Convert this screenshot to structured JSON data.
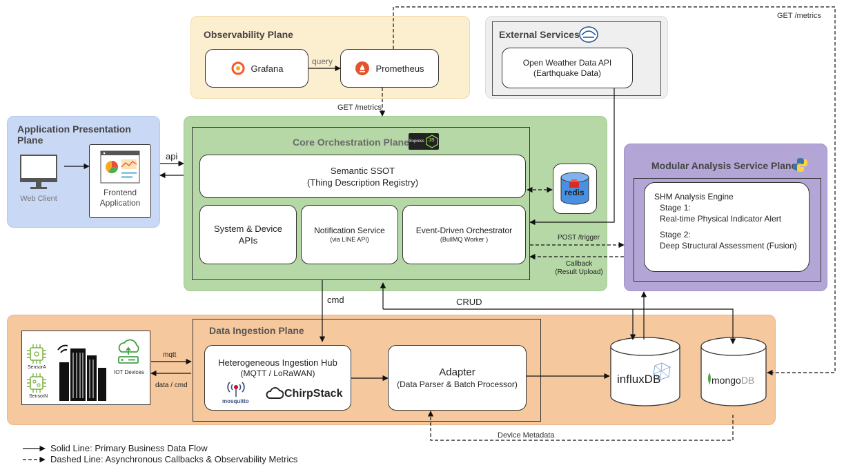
{
  "observability": {
    "title": "Observability Plane",
    "grafana": "Grafana",
    "prometheus": "Prometheus",
    "query": "query",
    "get_metrics": "GET /metrics"
  },
  "external": {
    "title": "External Services",
    "api_line1": "Open Weather Data API",
    "api_line2": "(Earthquake Data)"
  },
  "get_metrics_top": "GET /metrics",
  "app_plane": {
    "title": "Application Presentation Plane",
    "web_client": "Web Client",
    "frontend_line1": "Frontend",
    "frontend_line2": "Application",
    "api": "api"
  },
  "core": {
    "title": "Core Orchestration Plane",
    "express_logo": "Express",
    "js_logo": "JS",
    "ssot_line1": "Semantic SSOT",
    "ssot_line2": "(Thing Description Registry)",
    "sys_line1": "System & Device",
    "sys_line2": "APIs",
    "notif_line1": "Notification Service",
    "notif_line2": "(via LINE API)",
    "event_line1": "Event-Driven Orchestrator",
    "event_line2": "(BullMQ Worker )",
    "redis": "redis"
  },
  "analysis": {
    "title": "Modular Analysis Service Plane",
    "engine": "SHM Analysis Engine",
    "stage1": "Stage 1:",
    "stage1_desc": "Real-time Physical Indicator Alert",
    "stage2": "Stage 2:",
    "stage2_desc": "Deep Structural Assessment (Fusion)",
    "post_trigger": "POST /trigger",
    "callback_line1": "Callback",
    "callback_line2": "(Result Upload)"
  },
  "ingestion": {
    "title": "Data Ingestion Plane",
    "hub_line1": "Heterogeneous Ingestion Hub",
    "hub_line2": "(MQTT / LoRaWAN)",
    "mosquitto": "mosquitto",
    "chirpstack": "ChirpStack",
    "adapter_line1": "Adapter",
    "adapter_line2": "(Data Parser & Batch Processor)",
    "cmd": "cmd",
    "crud": "CRUD",
    "mqtt": "mqtt",
    "data_cmd": "data / cmd",
    "sensor_a": "SensorA",
    "sensor_n": "SensorN",
    "iot_devices": "IOT Devices",
    "influx": "influxDB",
    "mongo_prefix": "mongo",
    "mongo_suffix": "DB",
    "device_metadata": "Device Metadata"
  },
  "legend": {
    "solid": "Solid Line: Primary Business Data Flow",
    "dashed": "Dashed Line: Asynchronous Callbacks & Observability Metrics"
  },
  "colors": {
    "observability": "#FCEFD0",
    "external": "#EFEFEF",
    "app": "#C9D9F5",
    "core": "#B5D8A6",
    "analysis": "#B3A6D6",
    "ingestion": "#F6C89E"
  }
}
